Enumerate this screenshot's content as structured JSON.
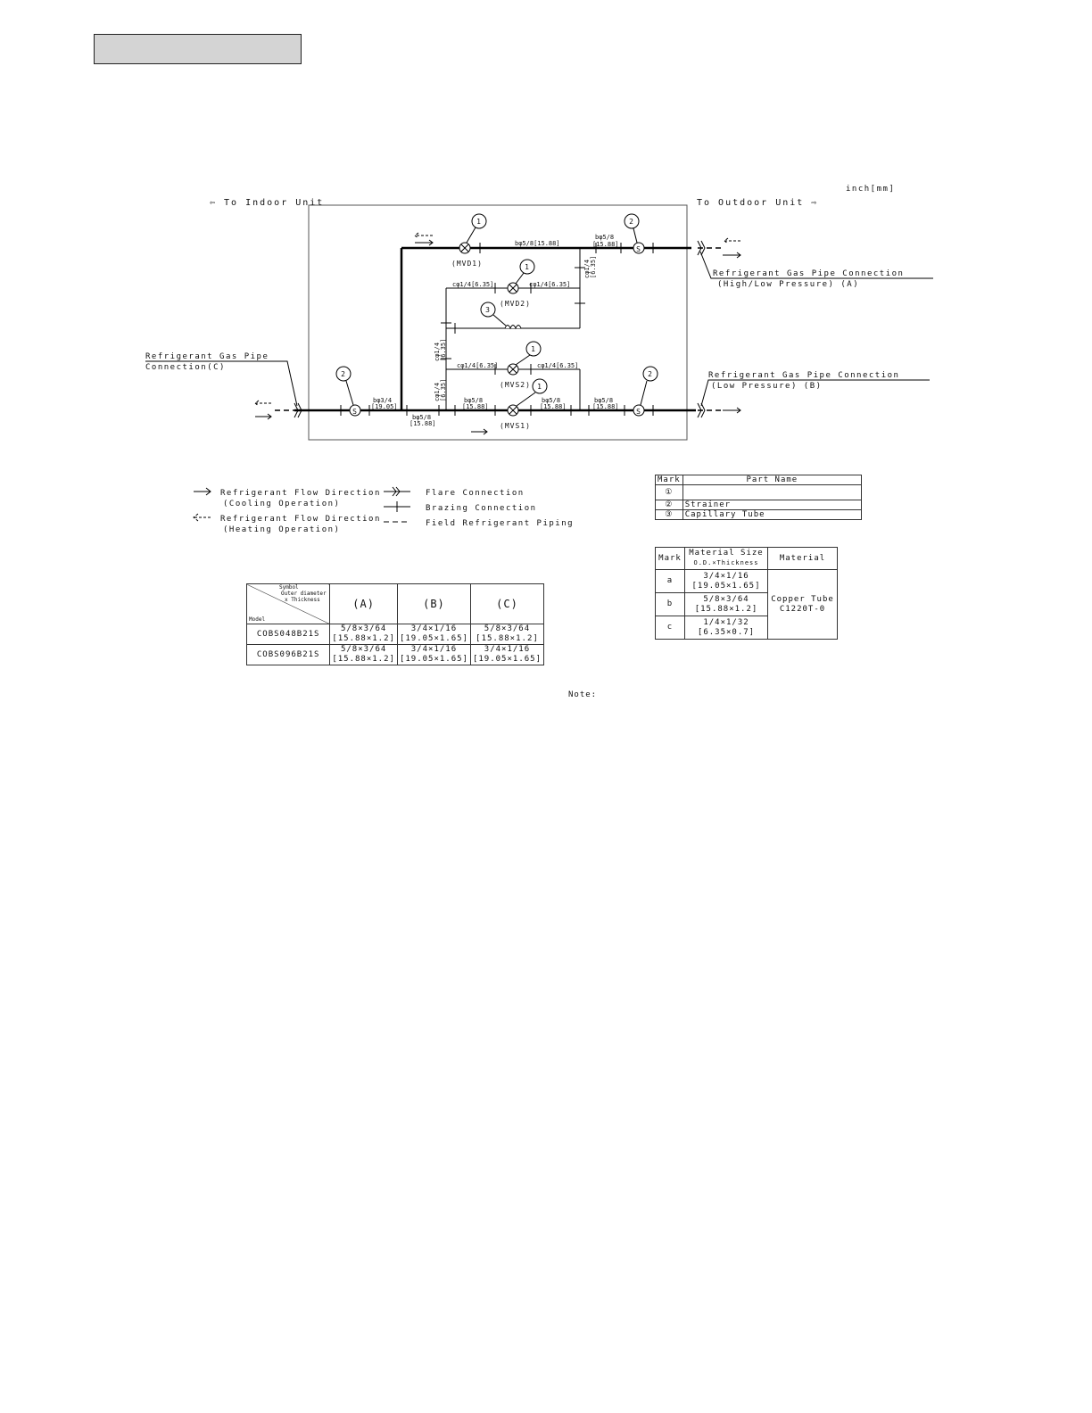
{
  "units": "inch[mm]",
  "labels": {
    "to_indoor": "⇦ To Indoor Unit",
    "to_outdoor": "To Outdoor Unit ⇨",
    "conn_a_1": "Refrigerant Gas Pipe Connection",
    "conn_a_2": "(High/Low Pressure) (A)",
    "conn_b_1": "Refrigerant Gas Pipe Connection",
    "conn_b_2": "(Low Pressure) (B)",
    "conn_c_1": "Refrigerant Gas Pipe",
    "conn_c_2": "Connection(C)"
  },
  "valves": {
    "mvd1": "(MVD1)",
    "mvd2": "(MVD2)",
    "mvs1": "(MVS1)",
    "mvs2": "(MVS2)"
  },
  "marks": {
    "m1": "1",
    "m2": "2",
    "m3": "3",
    "strainer": "S"
  },
  "pipe_sizes": {
    "b58_1588": "bφ5/8[15.88]",
    "b58": "bφ5/8",
    "mm1588": "[15.88]",
    "c14_635": "cφ1/4[6.35]",
    "b34": "bφ3/4",
    "mm1905": "[19.05]",
    "c14": "cφ1/4",
    "mm635": "[6.35]"
  },
  "legend": {
    "cool_1": "Refrigerant Flow Direction",
    "cool_2": "(Cooling Operation)",
    "heat_1": "Refrigerant Flow Direction",
    "heat_2": "(Heating Operation)",
    "flare": "Flare Connection",
    "brazing": "Brazing Connection",
    "field": "Field Refrigerant Piping"
  },
  "parts_table": {
    "header_mark": "Mark",
    "header_name": "Part Name",
    "rows": [
      {
        "mark": "①",
        "name": ""
      },
      {
        "mark": "②",
        "name": "Strainer"
      },
      {
        "mark": "③",
        "name": "Capillary Tube"
      }
    ]
  },
  "material_table": {
    "header_mark": "Mark",
    "header_size_1": "Material Size",
    "header_size_2": "O.D.×Thickness",
    "header_material": "Material",
    "material_1": "Copper Tube",
    "material_2": "C1220T-0",
    "rows": [
      {
        "mark": "a",
        "size_in": "3/4×1/16",
        "size_mm": "[19.05×1.65]"
      },
      {
        "mark": "b",
        "size_in": "5/8×3/64",
        "size_mm": "[15.88×1.2]"
      },
      {
        "mark": "c",
        "size_in": "1/4×1/32",
        "size_mm": "[6.35×0.7]"
      }
    ]
  },
  "model_table": {
    "corner_symbol": "Symbol",
    "corner_od_1": "Outer diameter",
    "corner_od_2": "x Thickness",
    "corner_model": "Model",
    "col_a": "(A)",
    "col_b": "(B)",
    "col_c": "(C)",
    "rows": [
      {
        "model": "COBS048B21S",
        "a_in": "5/8×3/64",
        "a_mm": "[15.88×1.2]",
        "b_in": "3/4×1/16",
        "b_mm": "[19.05×1.65]",
        "c_in": "5/8×3/64",
        "c_mm": "[15.88×1.2]"
      },
      {
        "model": "COBS096B21S",
        "a_in": "5/8×3/64",
        "a_mm": "[15.88×1.2]",
        "b_in": "3/4×1/16",
        "b_mm": "[19.05×1.65]",
        "c_in": "3/4×1/16",
        "c_mm": "[19.05×1.65]"
      }
    ]
  },
  "note": "Note:"
}
